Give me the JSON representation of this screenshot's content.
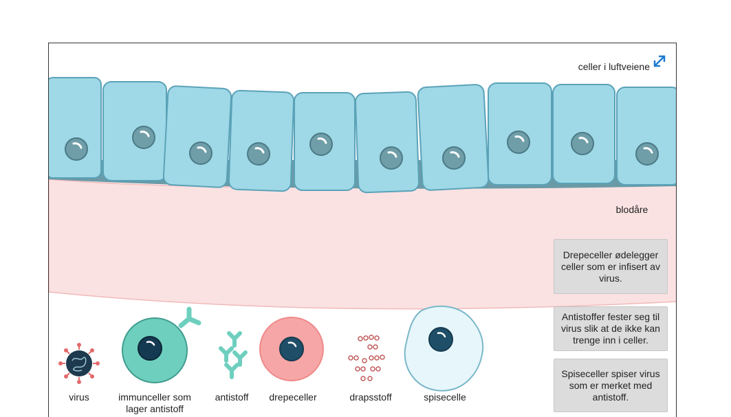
{
  "top_label": "celler i luftveiene",
  "vessel_label": "blodåre",
  "legend": {
    "virus": "virus",
    "immune": "immunceller som lager antistoff",
    "antibody": "antistoff",
    "killer": "drepeceller",
    "killer_substance": "drapsstoff",
    "phagocyte": "spisecelle"
  },
  "cards": [
    "Drepeceller ødelegger celler som er infisert av virus.",
    "Antistoffer fester seg til virus slik at de ikke kan trenge inn i celler.",
    "Spiseceller spiser virus som er merket med antistoff."
  ],
  "colors": {
    "cell_fill": "#9fd8e6",
    "cell_stroke": "#5aa2b8",
    "nucleus": "#6f9ea8",
    "tissue_base": "#6a9aa6",
    "vessel": "#fbe2e2",
    "vessel_stroke": "#f1b9b9",
    "virus": "#1d3a4e",
    "virus_spikes": "#e36a6a",
    "immune": "#6fcfbf",
    "killer": "#f6a6a6",
    "phagocyte": "#e6f6fa",
    "accent": "#1e7ad0"
  }
}
